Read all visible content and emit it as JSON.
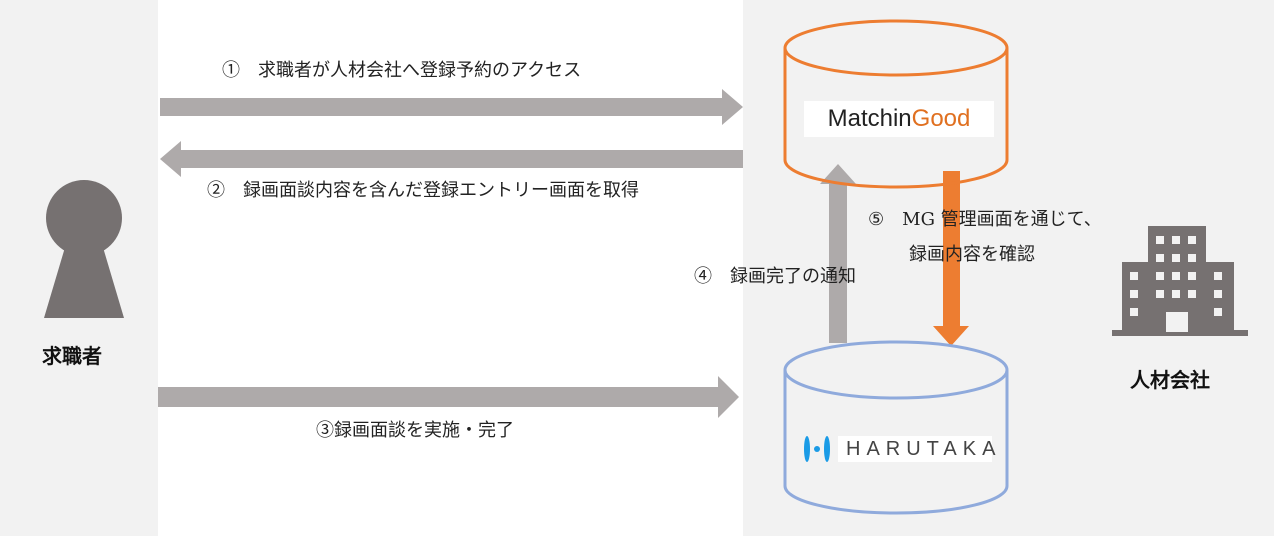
{
  "actors": {
    "job_seeker": "求職者",
    "company": "人材会社"
  },
  "steps": {
    "s1": "①　求職者が人材会社へ登録予約のアクセス",
    "s2": "②　録画面談内容を含んだ登録エントリー画面を取得",
    "s3": "③録画面談を実施・完了",
    "s4": "④　録画完了の通知",
    "s5_line1": "⑤　MG 管理画面を通じて、",
    "s5_line2": "録画内容を確認"
  },
  "systems": {
    "matchingood_a": "Matchin",
    "matchingood_b": "Good",
    "harutaka": "HARUTAKA"
  },
  "colors": {
    "arrow_gray": "#aeaaaa",
    "orange": "#ed7d31",
    "blue": "#8faadc",
    "icon_gray": "#767171"
  }
}
